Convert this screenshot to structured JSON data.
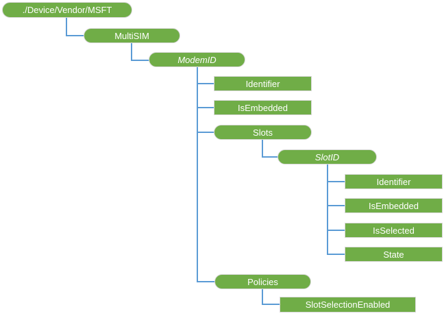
{
  "diagram": {
    "type": "tree",
    "root_path": "./Device/Vendor/MSFT"
  },
  "colors": {
    "node_fill": "#70AD47",
    "node_border": "#D8D8D8",
    "connector": "#5B9BD5",
    "text": "#FFFFFF",
    "background": "#FFFFFF"
  },
  "nodes": {
    "root": {
      "label": "./Device/Vendor/MSFT",
      "shape": "pill",
      "italic": false
    },
    "multisim": {
      "label": "MultiSIM",
      "shape": "pill",
      "italic": false
    },
    "modemid": {
      "label": "ModemID",
      "shape": "pill",
      "italic": true
    },
    "identifier1": {
      "label": "Identifier",
      "shape": "rect",
      "italic": false
    },
    "isembedded1": {
      "label": "IsEmbedded",
      "shape": "rect",
      "italic": false
    },
    "slots": {
      "label": "Slots",
      "shape": "pill",
      "italic": false
    },
    "slotid": {
      "label": "SlotID",
      "shape": "pill",
      "italic": true
    },
    "identifier2": {
      "label": "Identifier",
      "shape": "rect",
      "italic": false
    },
    "isembedded2": {
      "label": "IsEmbedded",
      "shape": "rect",
      "italic": false
    },
    "isselected": {
      "label": "IsSelected",
      "shape": "rect",
      "italic": false
    },
    "state": {
      "label": "State",
      "shape": "rect",
      "italic": false
    },
    "policies": {
      "label": "Policies",
      "shape": "pill",
      "italic": false
    },
    "slotselectionenabled": {
      "label": "SlotSelectionEnabled",
      "shape": "rect",
      "italic": false
    }
  },
  "edges": [
    {
      "from": "root",
      "to": "multisim"
    },
    {
      "from": "multisim",
      "to": "modemid"
    },
    {
      "from": "modemid",
      "to": "identifier1"
    },
    {
      "from": "modemid",
      "to": "isembedded1"
    },
    {
      "from": "modemid",
      "to": "slots"
    },
    {
      "from": "modemid",
      "to": "policies"
    },
    {
      "from": "slots",
      "to": "slotid"
    },
    {
      "from": "slotid",
      "to": "identifier2"
    },
    {
      "from": "slotid",
      "to": "isembedded2"
    },
    {
      "from": "slotid",
      "to": "isselected"
    },
    {
      "from": "slotid",
      "to": "state"
    },
    {
      "from": "policies",
      "to": "slotselectionenabled"
    }
  ]
}
